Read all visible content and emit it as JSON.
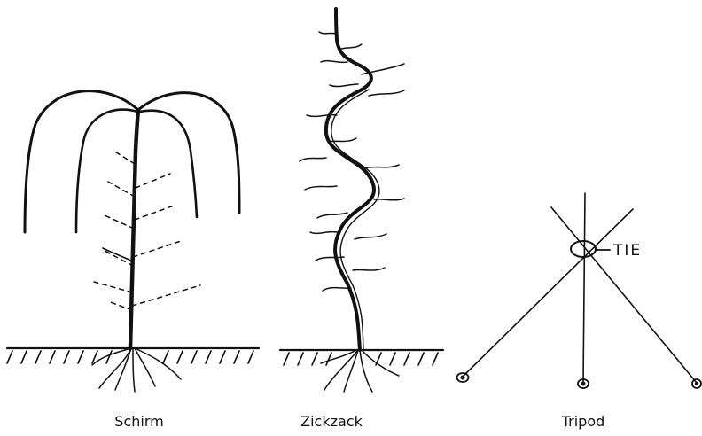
{
  "figures": [
    {
      "id": "umbrella",
      "caption": "Schirm"
    },
    {
      "id": "zigzag",
      "caption": "Zickzack"
    },
    {
      "id": "tripod",
      "caption": "Tripod"
    }
  ],
  "tripod_tie_label": "TIE",
  "colors": {
    "ink": "#111111",
    "background": "#ffffff"
  }
}
